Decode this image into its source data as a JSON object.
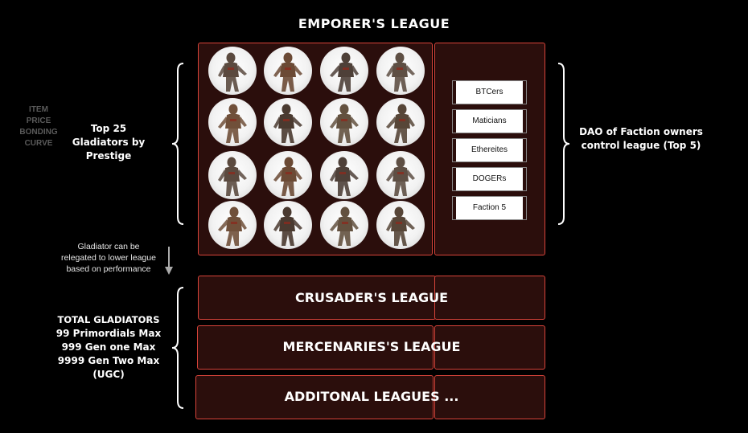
{
  "title": "EMPORER'S  LEAGUE",
  "left_labels": {
    "bonding_curve": "ITEM PRICE BONDING CURVE",
    "top25": "Top 25 Gladiators by Prestige",
    "relegation": "Gladiator can be relegated to lower league based on performance",
    "totals": [
      "TOTAL GLADIATORS",
      "99 Primordials Max",
      "999 Gen one Max",
      "9999 Gen Two Max",
      "(UGC)"
    ]
  },
  "right_label": "DAO of Faction owners control league (Top 5)",
  "factions": [
    "BTCers",
    "Maticians",
    "Ethereites",
    "DOGERs",
    "Faction 5"
  ],
  "leagues": [
    "CRUSADER'S  LEAGUE",
    "MERCENARIES'S  LEAGUE",
    "ADDITONAL LEAGUES ..."
  ],
  "gladiator_count": 16,
  "colors": {
    "background": "#000000",
    "box_fill": "#2b0e0c",
    "box_border": "#d9443a",
    "text": "#ffffff",
    "muted_text": "#5a5a5a"
  }
}
